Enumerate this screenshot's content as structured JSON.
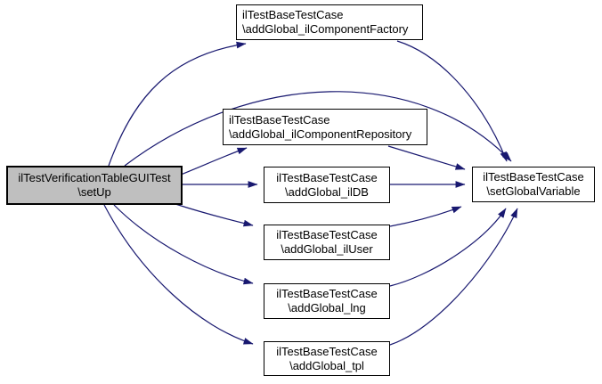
{
  "diagram": {
    "type": "call-graph",
    "background_color": "#ffffff",
    "edge_color": "#191970",
    "node_border_color": "#000000",
    "node_fill_color": "#ffffff",
    "highlighted_node_fill_color": "#bfbfbf",
    "nodes": {
      "setup": {
        "line1": "ilTestVerificationTableGUITest",
        "line2": "\\setUp"
      },
      "factory": {
        "line1": "ilTestBaseTestCase",
        "line2": "\\addGlobal_ilComponentFactory"
      },
      "repository": {
        "line1": "ilTestBaseTestCase",
        "line2": "\\addGlobal_ilComponentRepository"
      },
      "ildb": {
        "line1": "ilTestBaseTestCase",
        "line2": "\\addGlobal_ilDB"
      },
      "iluser": {
        "line1": "ilTestBaseTestCase",
        "line2": "\\addGlobal_ilUser"
      },
      "lng": {
        "line1": "ilTestBaseTestCase",
        "line2": "\\addGlobal_lng"
      },
      "tpl": {
        "line1": "ilTestBaseTestCase",
        "line2": "\\addGlobal_tpl"
      },
      "setglobal": {
        "line1": "ilTestBaseTestCase",
        "line2": "\\setGlobalVariable"
      }
    },
    "edges": [
      {
        "from": "setUp",
        "to": "addGlobal_ilComponentFactory"
      },
      {
        "from": "setUp",
        "to": "setGlobalVariable"
      },
      {
        "from": "setUp",
        "to": "addGlobal_ilComponentRepository"
      },
      {
        "from": "setUp",
        "to": "addGlobal_ilDB"
      },
      {
        "from": "setUp",
        "to": "addGlobal_ilUser"
      },
      {
        "from": "setUp",
        "to": "addGlobal_lng"
      },
      {
        "from": "setUp",
        "to": "addGlobal_tpl"
      },
      {
        "from": "addGlobal_ilComponentFactory",
        "to": "setGlobalVariable"
      },
      {
        "from": "addGlobal_ilComponentRepository",
        "to": "setGlobalVariable"
      },
      {
        "from": "addGlobal_ilDB",
        "to": "setGlobalVariable"
      },
      {
        "from": "addGlobal_ilUser",
        "to": "setGlobalVariable"
      },
      {
        "from": "addGlobal_lng",
        "to": "setGlobalVariable"
      },
      {
        "from": "addGlobal_tpl",
        "to": "setGlobalVariable"
      }
    ]
  }
}
